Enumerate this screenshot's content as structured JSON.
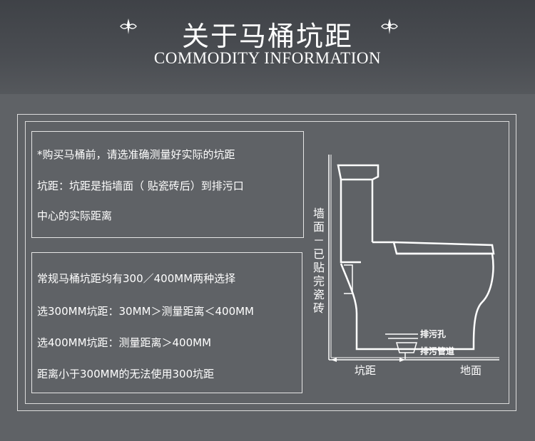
{
  "header": {
    "title": "关于马桶坑距",
    "subtitle": "COMMODITY INFORMATION"
  },
  "box1": {
    "lines": [
      "*购买马桶前，请选准确测量好实际的坑距",
      "坑距：坑距是指墙面（ 贴瓷砖后）到排污口",
      "中心的实际距离"
    ]
  },
  "box2": {
    "lines": [
      "常规马桶坑距均有300／400MM两种选择",
      "选300MM坑距：30MM＞测量距离＜400MM",
      "选400MM坑距：测量距离＞400MM",
      "距离小于300MM的无法使用300坑距"
    ]
  },
  "diagram": {
    "wall_label": "墙面－已贴完瓷砖",
    "drain_hole_label": "排污孔",
    "drain_pipe_label": "排污管道",
    "pit_distance_label": "坑距",
    "floor_label": "地面"
  }
}
